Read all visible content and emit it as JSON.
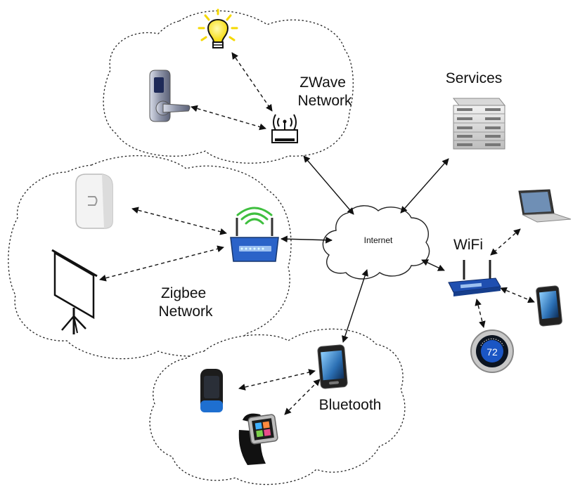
{
  "labels": {
    "zwave": [
      "ZWave",
      "Network"
    ],
    "zigbee": [
      "Zigbee",
      "Network"
    ],
    "bluetooth": "Bluetooth",
    "wifi": "WiFi",
    "services": "Services",
    "internet": "Internet"
  },
  "icons": {
    "thermostat_reading": "72"
  }
}
